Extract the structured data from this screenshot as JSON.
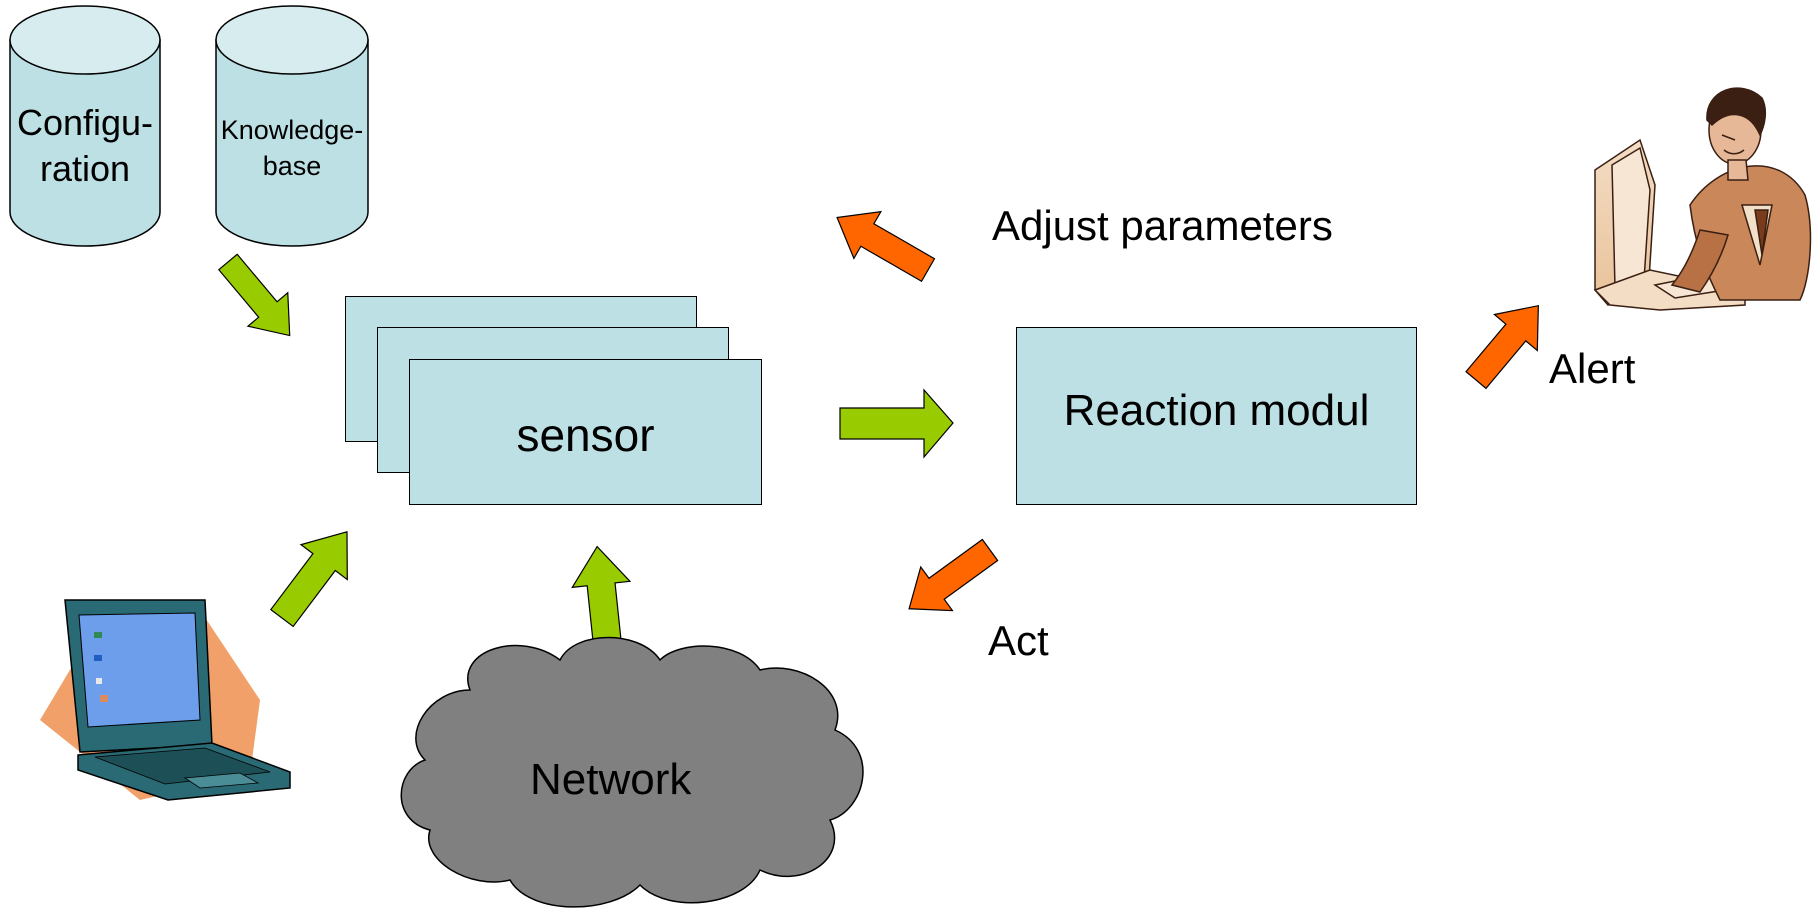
{
  "databases": {
    "configuration": {
      "line1": "Configu-",
      "line2": "ration"
    },
    "knowledge_base": {
      "line1": "Knowledge-",
      "line2": "base"
    }
  },
  "sensor": {
    "label": "sensor"
  },
  "reaction_module": {
    "label": "Reaction modul"
  },
  "network": {
    "label": "Network"
  },
  "actions": {
    "adjust": "Adjust parameters",
    "alert": "Alert",
    "act": "Act"
  },
  "colors": {
    "box_fill": "#bde0e4",
    "green_arrow": "#99cc00",
    "orange_arrow": "#ff6600",
    "cloud": "#808080"
  },
  "icons": {
    "laptop": "laptop-icon",
    "person": "person-at-computer-icon"
  }
}
